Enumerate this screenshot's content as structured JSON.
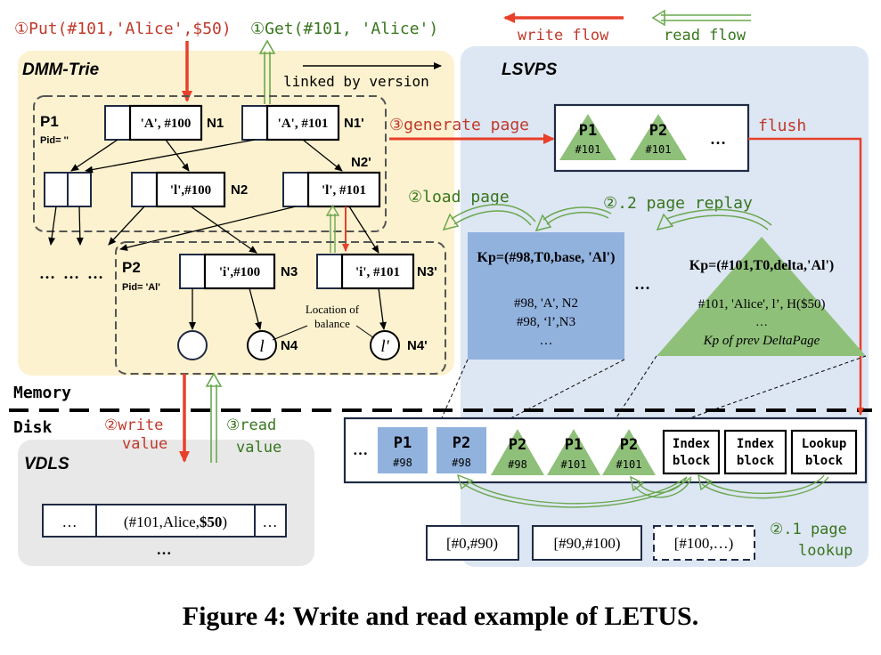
{
  "colors": {
    "write": "#e8402a",
    "read": "#6aa84f",
    "read_text": "#38761d",
    "write_text": "#c0392b",
    "memory_bg": "#fcf2cf",
    "lsvps_bg": "#dde6f3",
    "vdls_bg": "#e8e8e8",
    "base_page": "#92b2de",
    "delta_page": "#8fc07a",
    "outline": "#1f2a44"
  },
  "legend": {
    "write_flow": "write flow",
    "read_flow": "read flow"
  },
  "ops": {
    "put": "①Put(#101,'Alice',$50)",
    "get": "①Get(#101, 'Alice')"
  },
  "regions": {
    "dmm_trie": "DMM-Trie",
    "lsvps": "LSVPS",
    "vdls": "VDLS",
    "memory": "Memory",
    "disk": "Disk"
  },
  "trie": {
    "linked_by_version": "linked by version",
    "p1": "P1",
    "p1_pid": "Pid= ''",
    "p2": "P2",
    "p2_pid": "Pid= 'Al'",
    "n1_key": "'A', #100",
    "n1_label": "N1",
    "n1p_key": "'A', #101",
    "n1p_label": "N1'",
    "n2_key": "'l',#100",
    "n2_label": "N2",
    "n2p_key": "'l', #101",
    "n2p_label": "N2'",
    "n3_key": "'i',#100",
    "n3_label": "N3",
    "n3p_key": "'i', #101",
    "n3p_label": "N3'",
    "leaf_l": "l",
    "leaf_lp": "l'",
    "n4_label": "N4",
    "n4p_label": "N4'",
    "location_of_balance": [
      "Location of",
      "balance"
    ],
    "dots": "…",
    "dots_row": "…  …  …"
  },
  "steps": {
    "generate_page": "③generate page",
    "flush": "flush",
    "load_page": "②load page",
    "page_replay": "②.2 page replay",
    "write_value": [
      "②write",
      "value"
    ],
    "read_value": [
      "③read",
      "value"
    ],
    "page_lookup": [
      "②.1 page",
      "lookup"
    ]
  },
  "buffer": {
    "p1": "P1",
    "p1_version": "#101",
    "p2": "P2",
    "p2_version": "#101",
    "more": "…"
  },
  "base_page": {
    "header": "Kp=(#98,T0,base, 'Al')",
    "rows": [
      "#98, 'A', N2",
      "#98, ‘l’,N3",
      "…"
    ]
  },
  "delta_page": {
    "header": "Kp=(#101,T0,delta,'Al')",
    "rows": [
      "#101, 'Alice', l’, H($50)",
      "…",
      "Kp of prev DeltaPage"
    ]
  },
  "mid_dots": "…",
  "disk_pages": [
    {
      "name": "P1",
      "version": "#98",
      "kind": "base"
    },
    {
      "name": "P2",
      "version": "#98",
      "kind": "base"
    },
    {
      "name": "P2",
      "version": "#98",
      "kind": "delta"
    },
    {
      "name": "P1",
      "version": "#101",
      "kind": "delta"
    },
    {
      "name": "P2",
      "version": "#101",
      "kind": "delta"
    }
  ],
  "disk_blocks": [
    [
      "Index",
      "block"
    ],
    [
      "Index",
      "block"
    ],
    [
      "Lookup",
      "block"
    ]
  ],
  "disk_dots": "…",
  "vdls_log": {
    "left": "…",
    "entry_prefix": "(#101,Alice,",
    "entry_value": "$50",
    "entry_suffix": ")",
    "right": "…",
    "below": "…"
  },
  "ranges": [
    "[#0,#90)",
    "[#90,#100)",
    "[#100,…)"
  ],
  "caption": "Figure 4: Write and read example of LETUS."
}
